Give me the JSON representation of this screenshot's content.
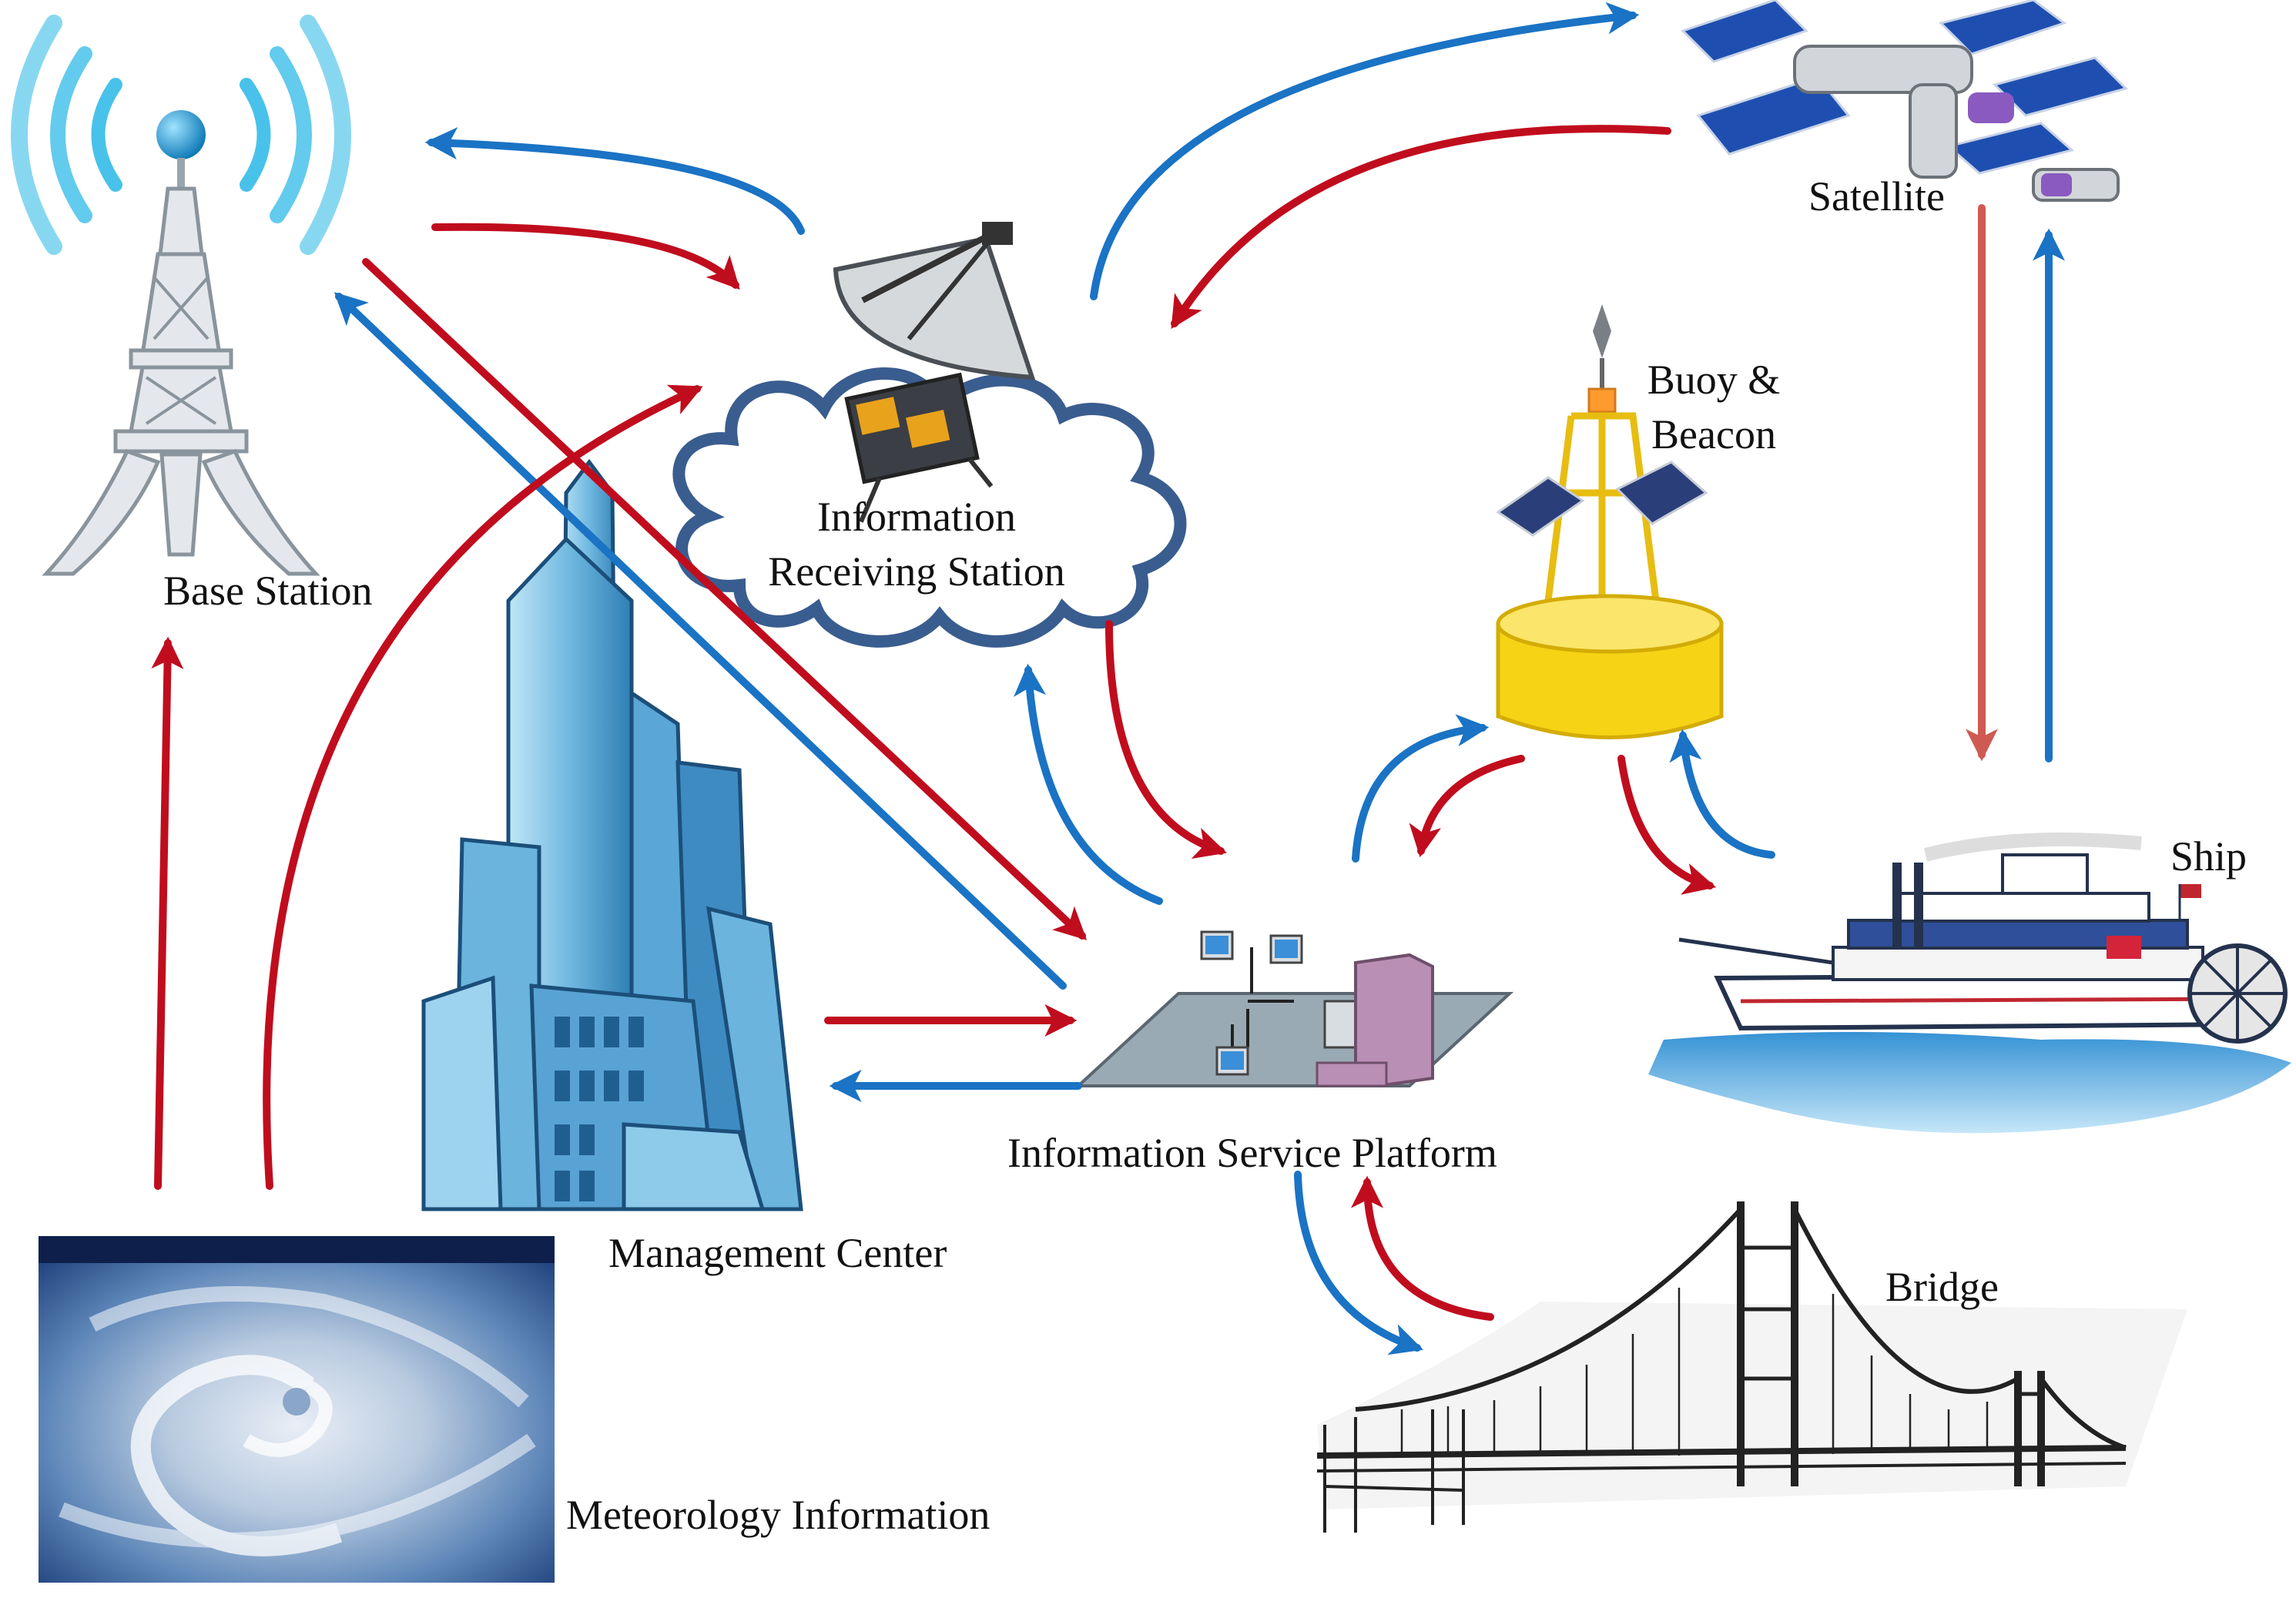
{
  "colors": {
    "red_arrow": "#c00d1e",
    "blue_arrow": "#1a73c4",
    "satellite_down_arrow": "#cf5a52",
    "buoy_yellow": "#f6d314",
    "sea_blue": "#3aa8e6",
    "building_blue": "#7fc4e8",
    "cloud_outline": "#3a5d8f"
  },
  "icons": {
    "base_station": "radio-tower-icon",
    "receiving_station": "satellite-dish-icon",
    "satellite": "space-station-icon",
    "buoy": "buoy-beacon-icon",
    "ship": "steamboat-icon",
    "platform": "network-computers-icon",
    "management_center": "skyscraper-icon",
    "bridge": "suspension-bridge-icon",
    "meteorology": "hurricane-photo-icon"
  },
  "labels": {
    "base_station": "Base Station",
    "receiving_station_line1": "Information",
    "receiving_station_line2": "Receiving Station",
    "satellite": "Satellite",
    "buoy_line1": "Buoy &",
    "buoy_line2": "Beacon",
    "ship": "Ship",
    "platform": "Information Service Platform",
    "management_center": "Management Center",
    "bridge": "Bridge",
    "meteorology": "Meteorology Information"
  }
}
